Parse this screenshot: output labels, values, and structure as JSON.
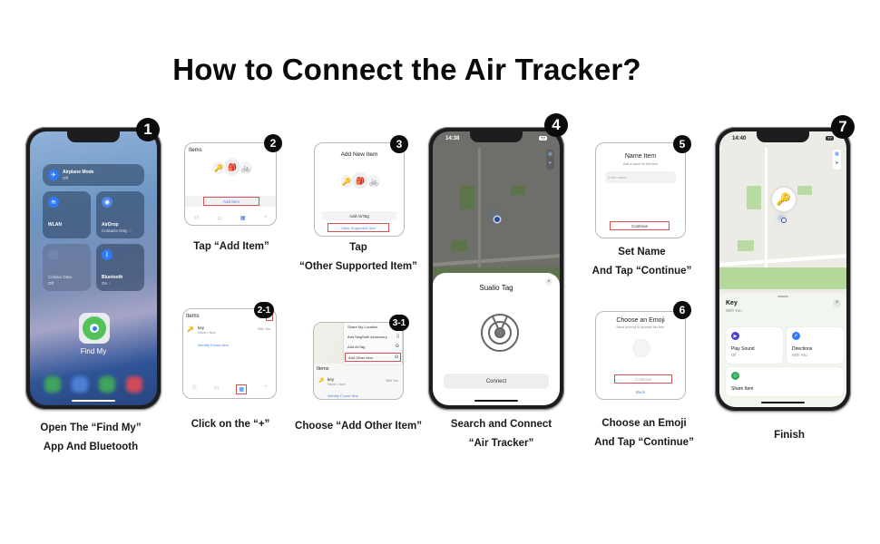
{
  "title": "How to Connect the Air Tracker?",
  "steps": [
    {
      "badge": "1",
      "caption_line1": "Open The “Find My”",
      "caption_line2": "App And Bluetooth",
      "screen": {
        "airplane_label": "Airplane Mode",
        "airplane_sub": "Off",
        "wlan_label": "WLAN",
        "airdrop_label": "AirDrop",
        "airdrop_sub": "Contacts Only ♢",
        "cellular_label": "Cellular Data",
        "cellular_sub": "Off",
        "bluetooth_label": "Bluetooth",
        "bluetooth_sub": "On ♢",
        "app_label": "Find My"
      }
    },
    {
      "badge": "2",
      "caption_line1": "Tap “Add Item”",
      "screen": {
        "header": "Items",
        "add_button": "Add Item",
        "tabs": [
          "People",
          "Devices",
          "Items",
          "Me"
        ]
      }
    },
    {
      "badge": "2-1",
      "caption_line1": "Click on the “+”",
      "screen": {
        "header": "Items",
        "plus": "+",
        "item_name": "key",
        "item_sub": "Home • Now",
        "item_right": "With You",
        "identify_link": "Identify Found Item",
        "tabs": [
          "People",
          "Devices",
          "Items",
          "Me"
        ]
      }
    },
    {
      "badge": "3",
      "caption_line1": "Tap",
      "caption_line2": "“Other Supported Item”",
      "screen": {
        "header": "Add New Item",
        "add_airtag": "Add AirTag",
        "other_item": "Other Supported Item"
      }
    },
    {
      "badge": "3-1",
      "caption_line1": "Choose “Add Other Item”",
      "screen": {
        "menu": [
          "Share My Location",
          "Add MagSafe Accessory",
          "Add AirTag",
          "Add Other Item"
        ],
        "header": "Items",
        "item_name": "key",
        "item_sub": "Home • Now",
        "item_right": "With You",
        "identify_link": "Identify Found Item"
      }
    },
    {
      "badge": "4",
      "caption_line1": "Search and Connect",
      "caption_line2": "“Air Tracker”",
      "screen": {
        "time": "14:38",
        "battery": "77",
        "sheet_title": "Sualio Tag",
        "connect_button": "Connect",
        "close": "×"
      }
    },
    {
      "badge": "5",
      "caption_line1": "Set Name",
      "caption_line2": "And Tap “Continue”",
      "screen": {
        "header": "Name Item",
        "subheader": "Add a name for this item",
        "input_placeholder": "Enter name",
        "continue_button": "Continue"
      }
    },
    {
      "badge": "6",
      "caption_line1": "Choose an Emoji",
      "caption_line2": "And Tap “Continue”",
      "screen": {
        "header": "Choose an Emoji",
        "subheader": "Select an emoji to represent this item.",
        "continue_button": "Continue",
        "back_link": "Back"
      }
    },
    {
      "badge": "7",
      "caption_line1": "Finish",
      "screen": {
        "time": "14:40",
        "battery": "77",
        "item_title": "Key",
        "item_sub": "With You",
        "close": "×",
        "play_sound_label": "Play Sound",
        "play_sound_sub": "Off",
        "directions_label": "Directions",
        "directions_sub": "With You",
        "share_label": "Share Item",
        "key_emoji": "🔑"
      }
    }
  ],
  "colors": {
    "highlight_red": "#d45151",
    "ios_blue": "#2f7bf6",
    "badge_black": "#0b0b0b",
    "play_sound_purple": "#4b3fc6",
    "share_green": "#34a853"
  }
}
